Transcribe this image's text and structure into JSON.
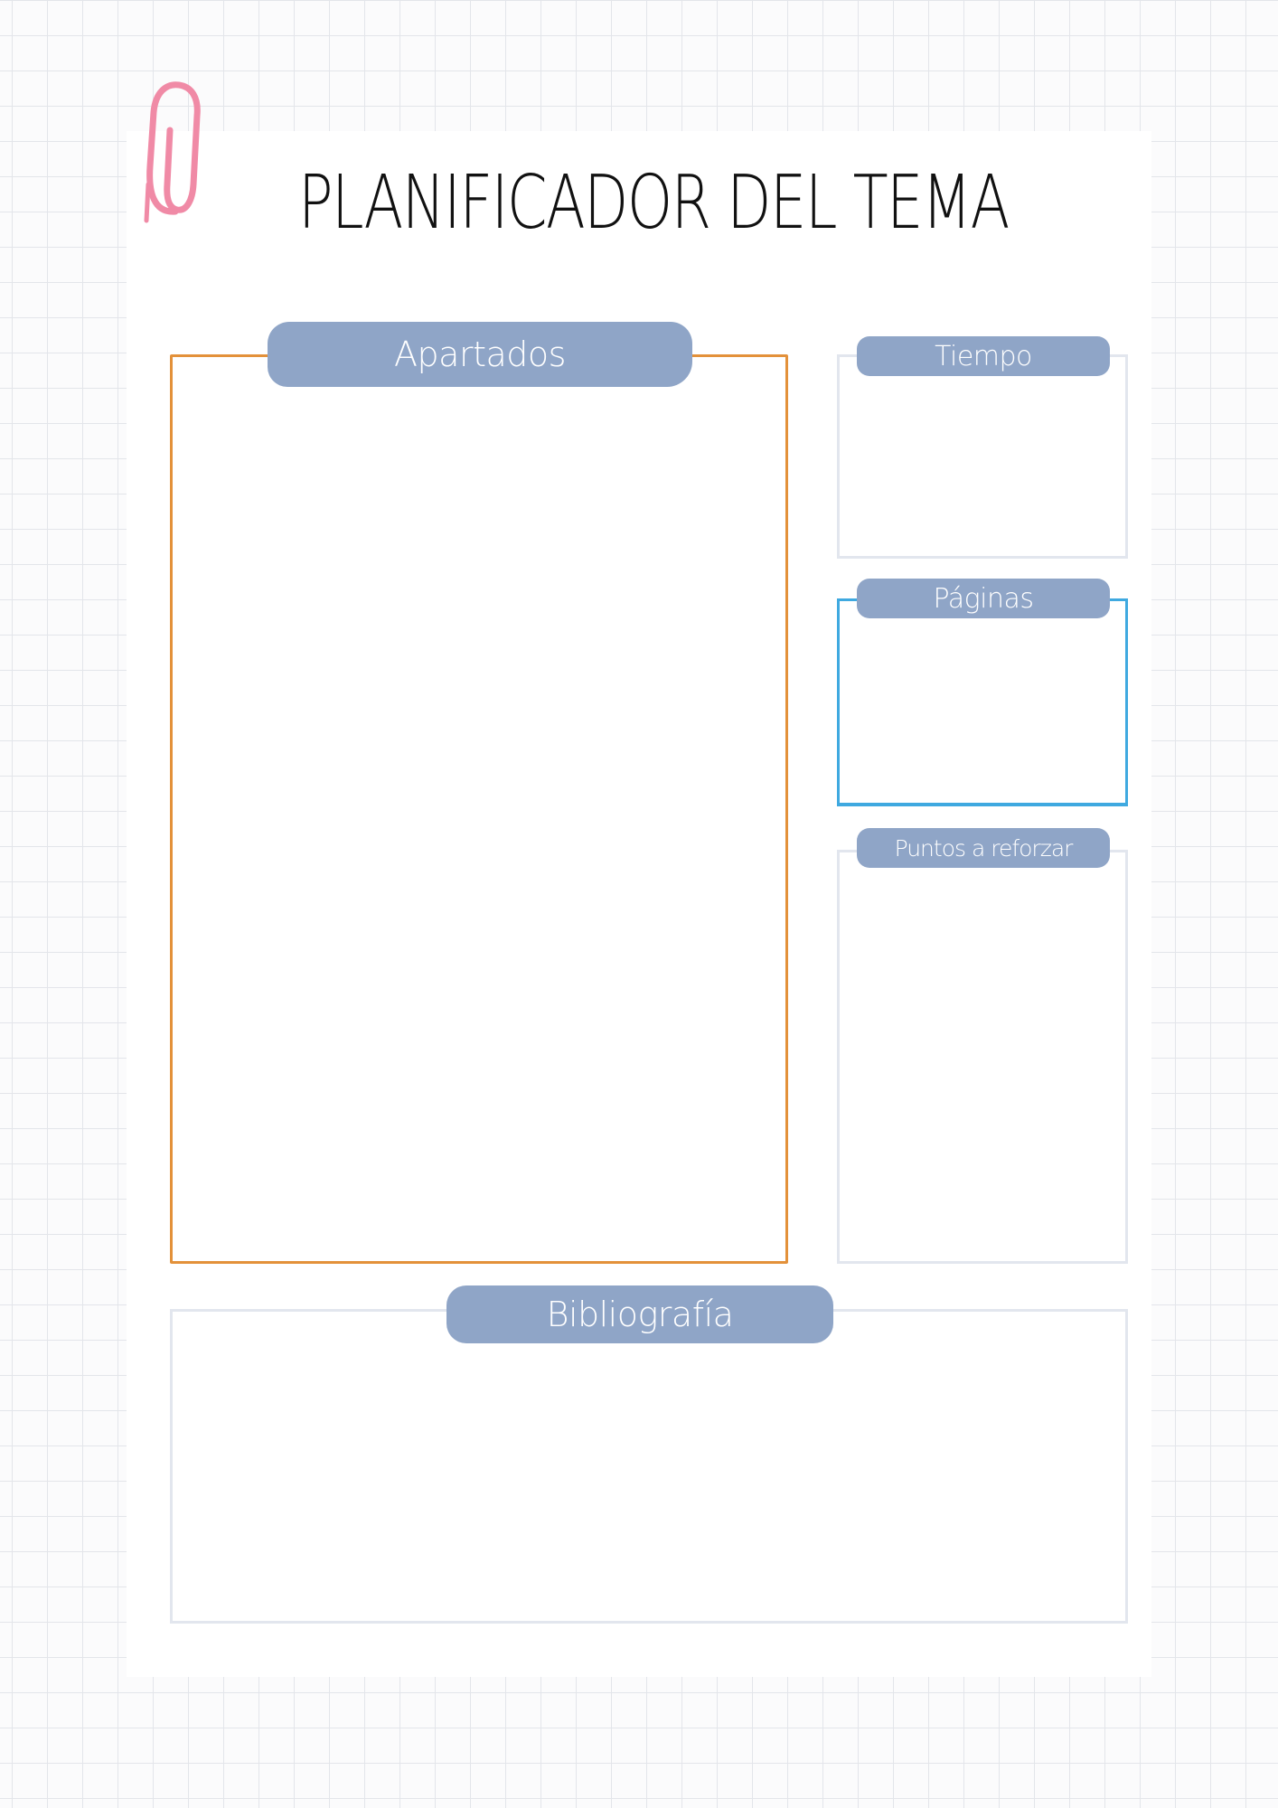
{
  "title": "PLANIFICADOR DEL TEMA",
  "sections": {
    "apartados": {
      "label": "Apartados"
    },
    "tiempo": {
      "label": "Tiempo"
    },
    "paginas": {
      "label": "Páginas"
    },
    "puntos": {
      "label": "Puntos a reforzar"
    },
    "bibliografia": {
      "label": "Bibliografía"
    }
  },
  "colors": {
    "label_bg": "#8fa5c7",
    "apartados_border": "#e3913a",
    "paginas_border": "#3fa9e0",
    "neutral_border": "#e2e6ee",
    "paperclip": "#f08aa6"
  },
  "icons": {
    "paperclip": "paperclip-icon"
  }
}
